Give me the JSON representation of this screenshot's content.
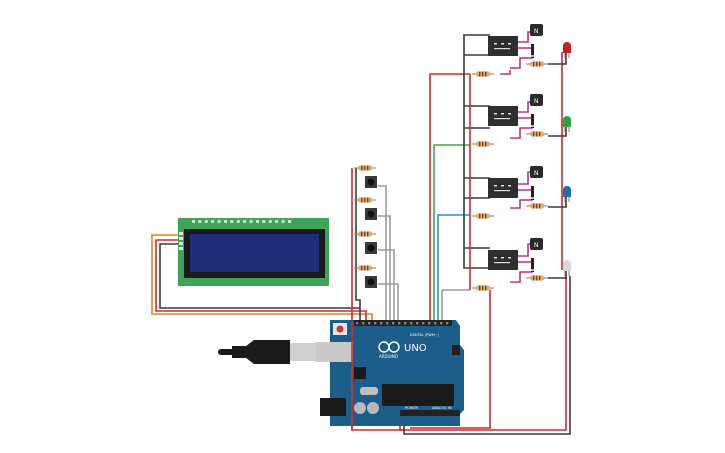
{
  "canvas": {
    "background": "#ffffff"
  },
  "colors": {
    "wire_red": "#d9252a",
    "wire_dark": "#3a3a3a",
    "wire_orange": "#f07d1a",
    "wire_green": "#3ea84a",
    "wire_blue": "#2b8fd2",
    "wire_magenta": "#c0307f",
    "wire_gray": "#9c9c9c",
    "board_blue": "#1d5d8a",
    "lcd_green": "#3fa35a",
    "lcd_screen": "#1f2e7a",
    "relay_black": "#2e2e2e",
    "resistor": "#d8b070"
  },
  "arduino": {
    "model_label": "UNO",
    "brand_label": "ARDUINO",
    "digital_label": "DIGITAL (PWM~)",
    "power_label": "POWER",
    "analog_label": "ANALOG IN"
  },
  "relays": [
    {
      "id": "relay-1",
      "label": "N"
    },
    {
      "id": "relay-2",
      "label": "N"
    },
    {
      "id": "relay-3",
      "label": "N"
    },
    {
      "id": "relay-4",
      "label": "N"
    }
  ],
  "leds": [
    {
      "id": "led-red",
      "color": "#c62020"
    },
    {
      "id": "led-green",
      "color": "#2aa43c"
    },
    {
      "id": "led-blue",
      "color": "#1e6fa8"
    },
    {
      "id": "led-white",
      "color": "#d8d8d8"
    }
  ],
  "buttons": [
    {
      "id": "button-1"
    },
    {
      "id": "button-2"
    },
    {
      "id": "button-3"
    },
    {
      "id": "button-4"
    }
  ],
  "icons": {
    "usb": "usb-cable-icon",
    "power": "dc-jack-icon"
  }
}
